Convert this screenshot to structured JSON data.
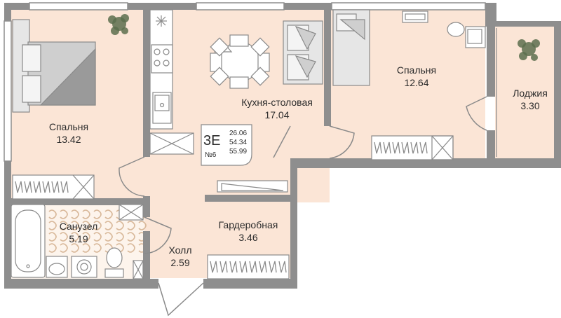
{
  "colors": {
    "wall": "#8e8e8e",
    "floor": "#fbe5d6",
    "furniture_line": "#8a8a8a",
    "bath_tile": "#d9b99b",
    "plant": "#5c6e4d",
    "text": "#2b2b2b"
  },
  "rooms": {
    "bedroom_left": {
      "name": "Спальня",
      "area": "13.42"
    },
    "kitchen": {
      "name": "Кухня-столовая",
      "area": "17.04"
    },
    "bedroom_right": {
      "name": "Спальня",
      "area": "12.64"
    },
    "loggia": {
      "name": "Лоджия",
      "area": "3.30"
    },
    "bathroom": {
      "name": "Санузел",
      "area": "5.19"
    },
    "wardrobe": {
      "name": "Гардеробная",
      "area": "3.46"
    },
    "hall": {
      "name": "Холл",
      "area": "2.59"
    }
  },
  "badge": {
    "type": "3Е",
    "number": "№6",
    "areas": [
      "26.06",
      "54.34",
      "55.99"
    ]
  },
  "icons": [
    "plant-icon",
    "bed-icon",
    "sofa-icon",
    "dining-table-icon",
    "stove-icon",
    "sink-icon",
    "desk-icon",
    "chair-icon",
    "bathtub-icon",
    "toilet-icon",
    "washing-machine-icon",
    "hangers-icon",
    "door-swing-icon"
  ]
}
